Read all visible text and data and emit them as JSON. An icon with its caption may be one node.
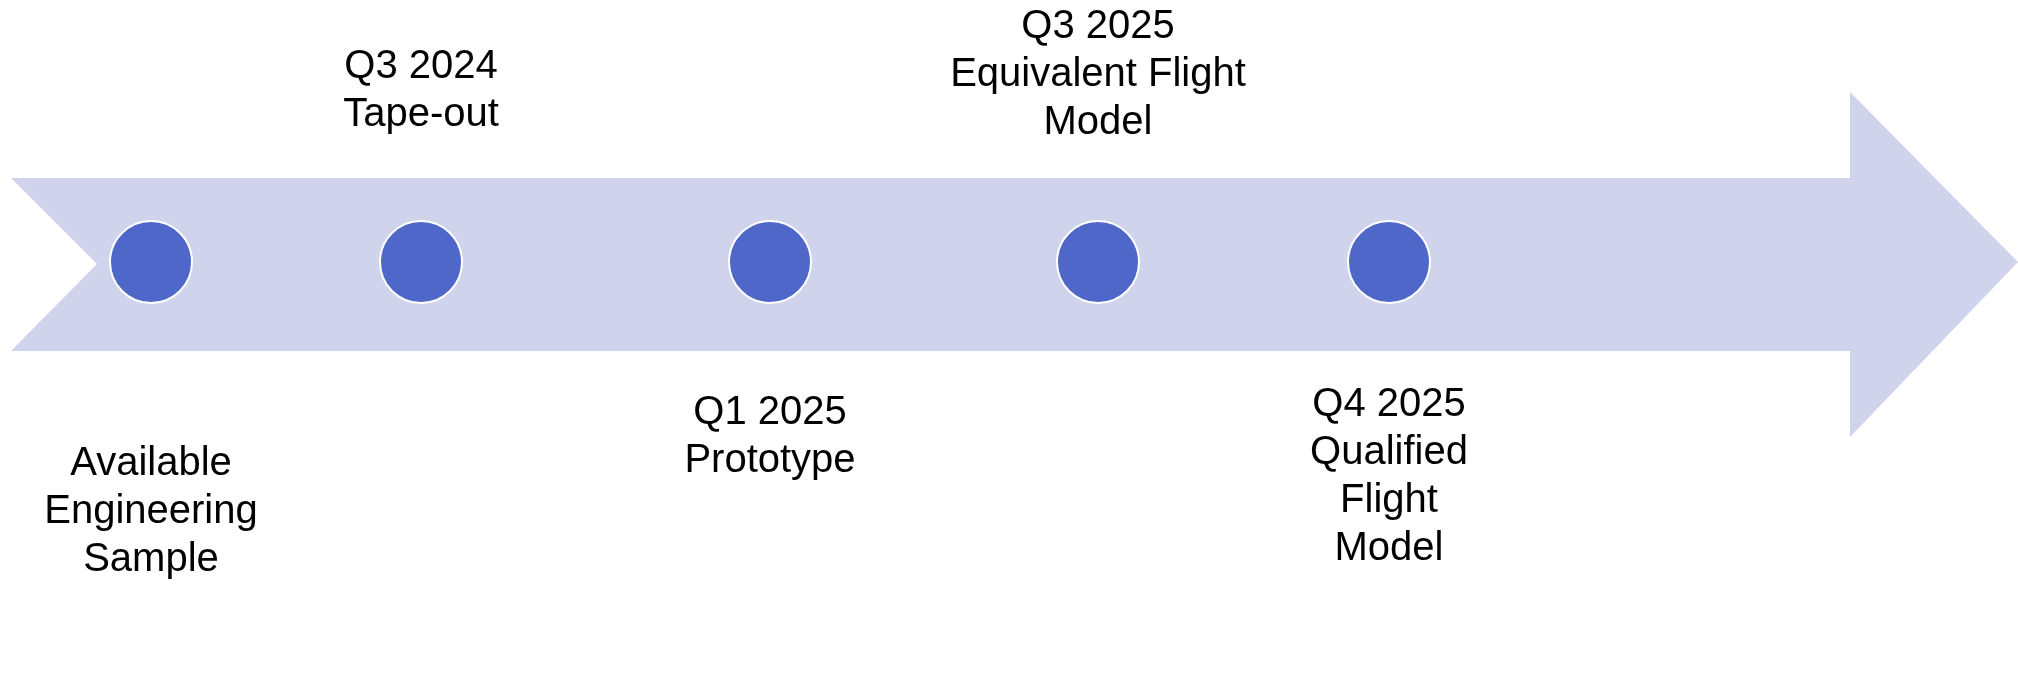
{
  "diagram": {
    "nodes": [
      {
        "text": [],
        "shape": "circle",
        "beside": [
          "Available Engineering Sample"
        ]
      },
      {
        "text": [],
        "shape": "circle",
        "beside": [
          "Q3 2024",
          "Tape-out"
        ]
      },
      {
        "text": [],
        "shape": "circle",
        "beside": [
          "Q1 2025",
          "Prototype"
        ]
      },
      {
        "text": [],
        "shape": "circle",
        "beside": [
          "Q3 2025",
          "Equivalent Flight Model"
        ]
      },
      {
        "text": [],
        "shape": "circle",
        "beside": [
          "Q4 2025",
          "Qualified Flight Model"
        ]
      }
    ]
  }
}
